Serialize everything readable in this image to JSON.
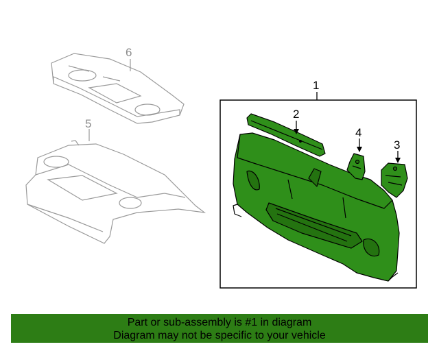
{
  "callouts": {
    "part1": "1",
    "part2": "2",
    "part3": "3",
    "part4": "4",
    "part5": "5",
    "part6": "6"
  },
  "banner": {
    "line1": "Part or sub-assembly is #1 in diagram",
    "line2": "Diagram may not be specific to your vehicle"
  },
  "colors": {
    "highlight_fill": "#2f8f1a",
    "banner_bg": "#2d7d15",
    "ghost_line": "#9a9a9a"
  }
}
